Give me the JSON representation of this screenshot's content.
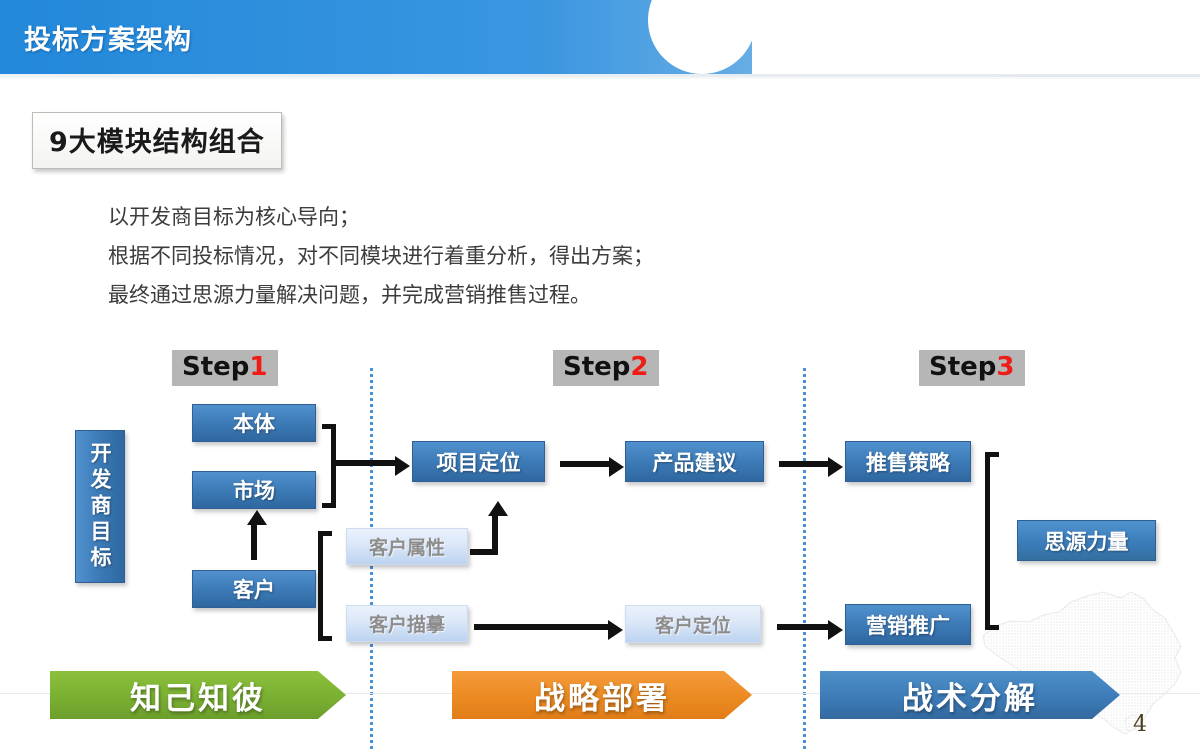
{
  "header": {
    "title": "投标方案架构"
  },
  "subtitle": {
    "text": "9大模块结构组合"
  },
  "paragraph": {
    "lines": [
      "以开发商目标为核心导向；",
      "根据不同投标情况，对不同模块进行着重分析，得出方案；",
      "最终通过思源力量解决问题，并完成营销推售过程。"
    ]
  },
  "steps": [
    {
      "word": "Step",
      "num": "1"
    },
    {
      "word": "Step",
      "num": "2"
    },
    {
      "word": "Step",
      "num": "3"
    }
  ],
  "diagram": {
    "goal_box": "开发商目标",
    "boxes": {
      "benti": "本体",
      "shichang": "市场",
      "kehu": "客户",
      "kehu_shuxing": "客户属性",
      "kehu_miaomo": "客户描摹",
      "xiangmu_dingwei": "项目定位",
      "chanpin_jianyi": "产品建议",
      "kehu_dingwei": "客户定位",
      "tuishou_celue": "推售策略",
      "yingxiao_tuiguang": "营销推广",
      "siyuan_liliang": "思源力量"
    }
  },
  "banners": [
    {
      "label": "知己知彼",
      "color": "#7ab032"
    },
    {
      "label": "战略部署",
      "color": "#ec8a22"
    },
    {
      "label": "战术分解",
      "color": "#3d7cb8"
    }
  ],
  "page_number": "4",
  "colors": {
    "header_blue": "#2288da",
    "box_dark_blue": "#3d7cb8",
    "box_light_blue": "#dbe7f8",
    "step_gray": "#b6b6b6",
    "step_num_red": "#ef1c18",
    "divider_blue": "#4a90d9"
  }
}
